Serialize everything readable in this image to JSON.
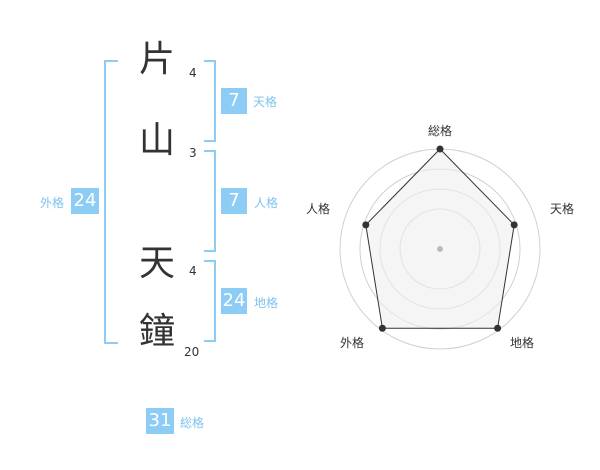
{
  "name": {
    "chars": [
      {
        "char": "片",
        "strokes": "4"
      },
      {
        "char": "山",
        "strokes": "3"
      },
      {
        "char": "天",
        "strokes": "4"
      },
      {
        "char": "鐘",
        "strokes": "20"
      }
    ]
  },
  "badges": {
    "tenkaku": {
      "value": "7",
      "label": "天格"
    },
    "jinkaku": {
      "value": "7",
      "label": "人格"
    },
    "chikaku": {
      "value": "24",
      "label": "地格"
    },
    "gaikaku": {
      "value": "24",
      "label": "外格"
    },
    "soukaku": {
      "value": "31",
      "label": "総格"
    }
  },
  "radar": {
    "labels": {
      "top": "総格",
      "right": "天格",
      "bottom_right": "地格",
      "bottom_left": "外格",
      "left": "人格"
    },
    "values": {
      "soukaku": 1.0,
      "tenkaku": 0.78,
      "chikaku": 0.98,
      "gaikaku": 0.98,
      "jinkaku": 0.78
    },
    "colors": {
      "polygon_stroke": "#333333",
      "rings": "#d0d0d0",
      "fill": "#efefef",
      "center": "#bbbbbb"
    }
  }
}
